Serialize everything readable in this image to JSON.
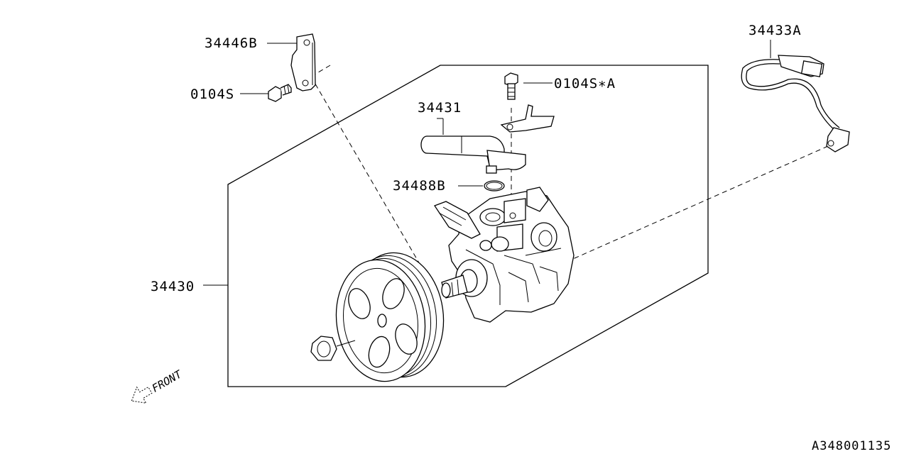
{
  "diagram": {
    "reference_code": "A348001135",
    "front_indicator": "FRONT",
    "parts": {
      "p34446B": "34446B",
      "p0104S": "0104S",
      "p34431": "34431",
      "p0104SA": "0104S∗A",
      "p34488B": "34488B",
      "p34430": "34430",
      "p34433A": "34433A"
    }
  }
}
